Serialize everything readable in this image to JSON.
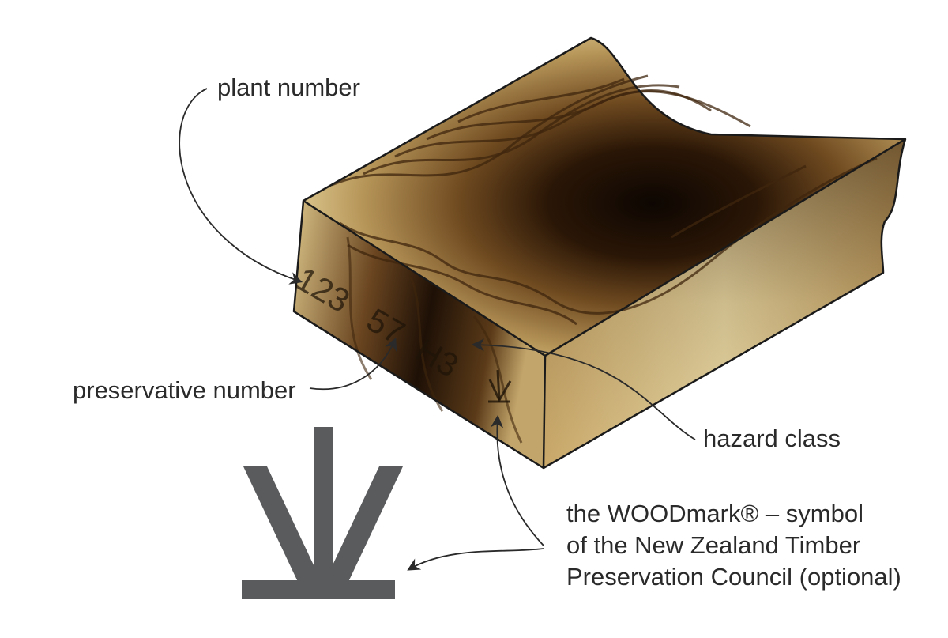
{
  "labels": {
    "plant_number": "plant number",
    "preservative_number": "preservative number",
    "hazard_class": "hazard class",
    "woodmark_line1": "the WOODmark® – symbol",
    "woodmark_line2": "of the New Zealand Timber",
    "woodmark_line3": "Preservation Council (optional)"
  },
  "stamp": {
    "plant_number": "123",
    "preservative_number": "57",
    "hazard_class": "H3"
  },
  "colors": {
    "wood_light": "#e6d49c",
    "wood_mid": "#b08a4e",
    "wood_dark": "#2a1606",
    "grain": "#4a2e12",
    "symbol": "#5a5b5d",
    "text": "#2a2a2a"
  },
  "icons": {
    "woodmark_symbol": "woodmark-symbol-icon"
  }
}
